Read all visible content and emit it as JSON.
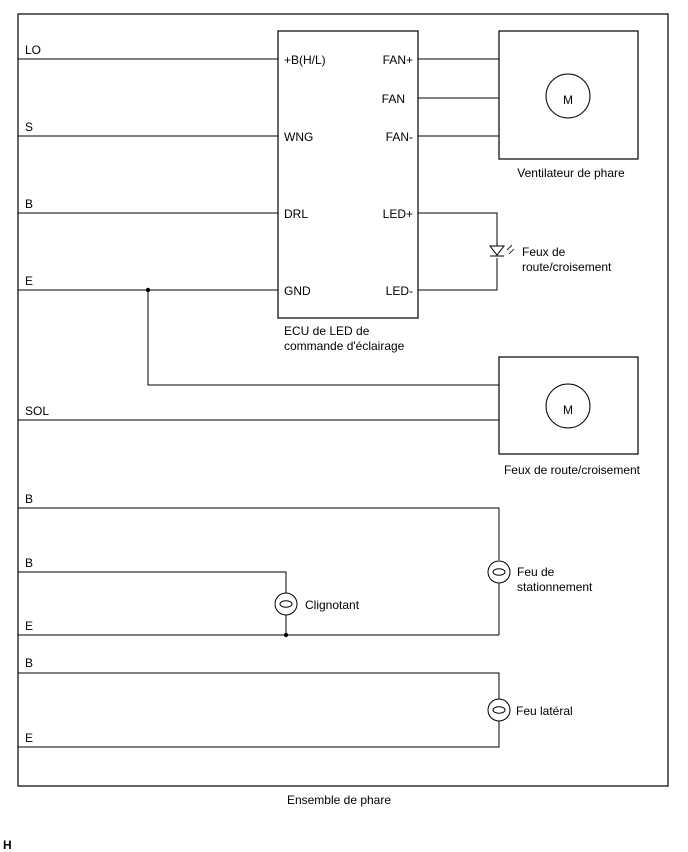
{
  "labels": {
    "lo": "LO",
    "s": "S",
    "b1": "B",
    "e1": "E",
    "sol": "SOL",
    "b2": "B",
    "b3": "B",
    "e2": "E",
    "b4": "B",
    "e3": "E"
  },
  "ecu": {
    "pins": {
      "b_hl": "+B(H/L)",
      "wng": "WNG",
      "drl": "DRL",
      "gnd": "GND",
      "fan_plus": "FAN+",
      "fan": "FAN",
      "fan_minus": "FAN-",
      "led_plus": "LED+",
      "led_minus": "LED-"
    },
    "caption_line1": "ECU de LED de",
    "caption_line2": "commande d'éclairage"
  },
  "motor_symbol": "M",
  "fan_motor_caption": "Ventilateur de phare",
  "led_caption_line1": "Feux de",
  "led_caption_line2": "route/croisement",
  "solenoid_caption": "Feux de route/croisement",
  "bulbs": {
    "turn": "Clignotant",
    "parking_line1": "Feu de",
    "parking_line2": "stationnement",
    "side": "Feu latéral"
  },
  "assembly_caption": "Ensemble de phare",
  "corner_mark": "H"
}
